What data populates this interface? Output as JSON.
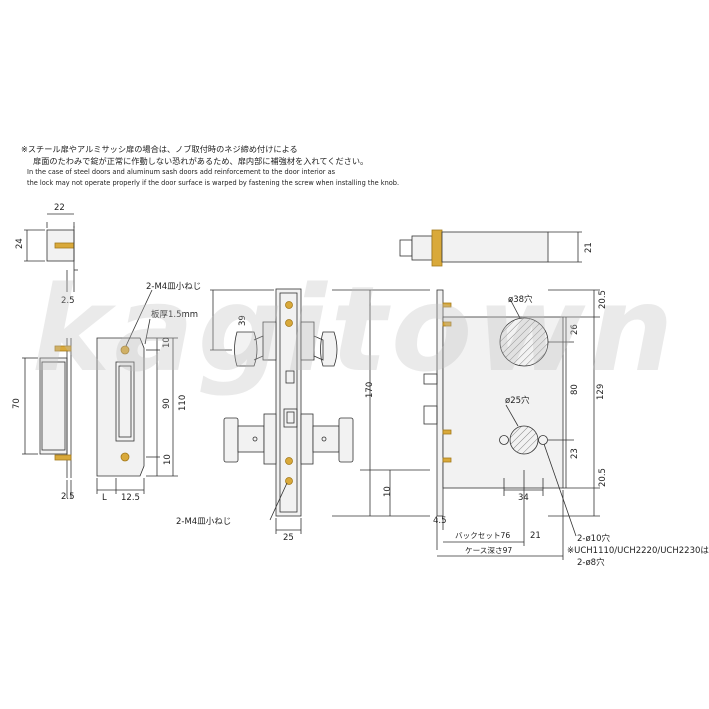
{
  "notes": {
    "jp_line1": "※スチール扉やアルミサッシ扉の場合は、ノブ取付時のネジ締め付けによる",
    "jp_line2": "扉面のたわみで錠が正常に作動しない恐れがあるため、扉内部に補強材を入れてください。",
    "en_line1": "In the case of steel doors and aluminum sash doors add reinforcement to the door interior as",
    "en_line2": "the lock may not operate properly if the door surface is warped by fastening the screw when installing the knob."
  },
  "watermark": "kagitown",
  "strike_top": {
    "width": "22",
    "height": "24",
    "offset": "2.5"
  },
  "strike_side": {
    "height": "70",
    "offset": "2.5"
  },
  "strike_front": {
    "screw_label": "2-M4皿小ねじ",
    "thickness_label": "板厚1.5mm",
    "dim_top": "10",
    "dim_mid": "90",
    "dim_bottom": "10",
    "dim_total": "110",
    "dim_l": "L",
    "dim_width": "12.5"
  },
  "faceplate": {
    "dim_39": "39",
    "dim_170": "170",
    "dim_10": "10",
    "dim_25": "25",
    "screw_label": "2-M4皿小ねじ"
  },
  "lockbody": {
    "dim_21": "21",
    "dim_20_5_top": "20.5",
    "dim_26": "26",
    "dim_80": "80",
    "dim_129": "129",
    "dim_23": "23",
    "dim_20_5_bottom": "20.5",
    "hole_38": "ø38穴",
    "hole_25": "ø25穴",
    "dim_34": "34",
    "dim_4_5": "4.5",
    "backset": "バックセット76",
    "dim_21_bottom": "21",
    "case_depth": "ケース深さ97",
    "holes_10": "2-ø10穴",
    "models_note": "※UCH1110/UCH2220/UCH2230は",
    "holes_8": "2-ø8穴"
  },
  "colors": {
    "line": "#333333",
    "brass": "#d9a93a",
    "fill": "#f2f2f2",
    "hatch": "#888888"
  }
}
